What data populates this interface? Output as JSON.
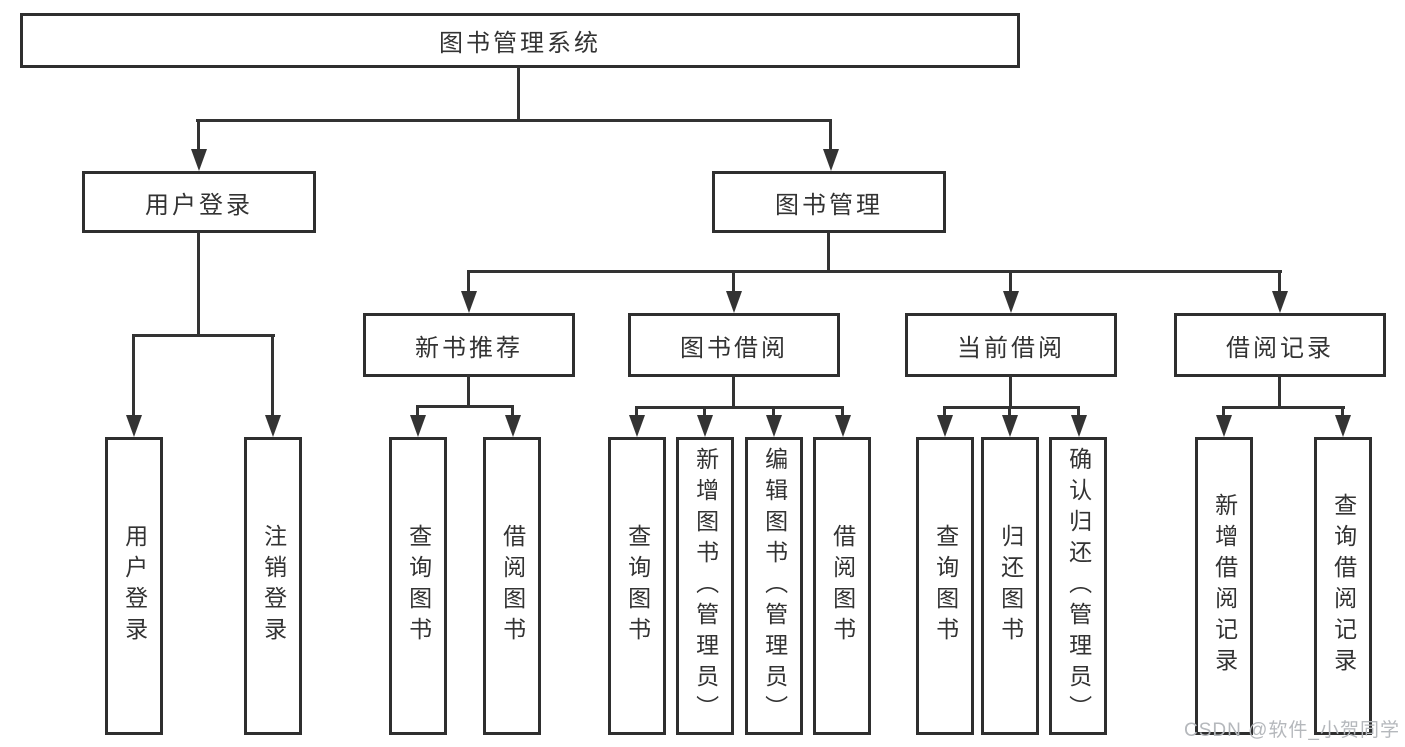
{
  "title": "图书管理系统",
  "colors": {
    "background": "#ffffff",
    "node_border": "#2f2f2f",
    "connector_line": "#333333",
    "text": "#333333",
    "watermark": "#b5b8bc"
  },
  "tree": {
    "root": {
      "label": "图书管理系统"
    },
    "branches": [
      {
        "label": "用户登录",
        "children": [
          {
            "label": "用户登录"
          },
          {
            "label": "注销登录"
          }
        ]
      },
      {
        "label": "图书管理",
        "children": [
          {
            "label": "新书推荐",
            "children": [
              {
                "label": "查询图书"
              },
              {
                "label": "借阅图书"
              }
            ]
          },
          {
            "label": "图书借阅",
            "children": [
              {
                "label": "查询图书"
              },
              {
                "label": "新增图书（管理员）"
              },
              {
                "label": "编辑图书（管理员）"
              },
              {
                "label": "借阅图书"
              }
            ]
          },
          {
            "label": "当前借阅",
            "children": [
              {
                "label": "查询图书"
              },
              {
                "label": "归还图书"
              },
              {
                "label": "确认归还（管理员）"
              }
            ]
          },
          {
            "label": "借阅记录",
            "children": [
              {
                "label": "新增借阅记录"
              },
              {
                "label": "查询借阅记录"
              }
            ]
          }
        ]
      }
    ]
  },
  "watermark": {
    "text": "CSDN @软件_小贺同学"
  }
}
